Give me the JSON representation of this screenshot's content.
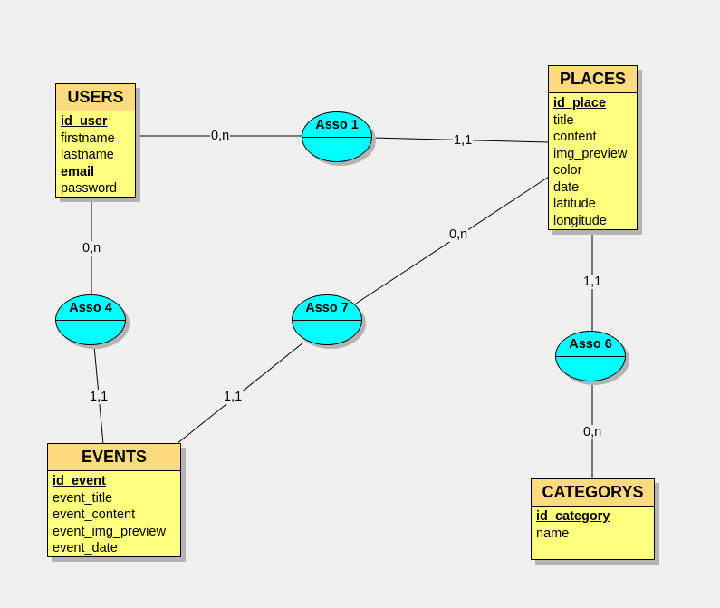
{
  "entities": {
    "users": {
      "name": "USERS",
      "attributes": [
        {
          "text": "id_user",
          "style": "pk"
        },
        {
          "text": "firstname",
          "style": ""
        },
        {
          "text": "lastname",
          "style": ""
        },
        {
          "text": "email",
          "style": "bold"
        },
        {
          "text": "password",
          "style": ""
        }
      ]
    },
    "places": {
      "name": "PLACES",
      "attributes": [
        {
          "text": "id_place",
          "style": "pk"
        },
        {
          "text": "title",
          "style": ""
        },
        {
          "text": "content",
          "style": ""
        },
        {
          "text": "img_preview",
          "style": ""
        },
        {
          "text": "color",
          "style": ""
        },
        {
          "text": "date",
          "style": ""
        },
        {
          "text": "latitude",
          "style": ""
        },
        {
          "text": "longitude",
          "style": ""
        }
      ]
    },
    "events": {
      "name": "EVENTS",
      "attributes": [
        {
          "text": "id_event",
          "style": "pk"
        },
        {
          "text": "event_title",
          "style": ""
        },
        {
          "text": "event_content",
          "style": ""
        },
        {
          "text": "event_img_preview",
          "style": ""
        },
        {
          "text": "event_date",
          "style": ""
        }
      ]
    },
    "categorys": {
      "name": "CATEGORYS",
      "attributes": [
        {
          "text": "id_category",
          "style": "pk"
        },
        {
          "text": "name",
          "style": ""
        }
      ]
    }
  },
  "associations": {
    "asso1": {
      "label": "Asso 1"
    },
    "asso4": {
      "label": "Asso 4"
    },
    "asso6": {
      "label": "Asso 6"
    },
    "asso7": {
      "label": "Asso 7"
    }
  },
  "cardinalities": {
    "users_asso1": "0,n",
    "places_asso1": "1,1",
    "users_asso4": "0,n",
    "events_asso4": "1,1",
    "places_asso7": "0,n",
    "events_asso7": "1,1",
    "places_asso6": "1,1",
    "categorys_asso6": "0,n"
  },
  "colors": {
    "entity_header": "#ffdb80",
    "entity_body": "#ffff80",
    "association": "#00ffff",
    "background": "#f0f0f0"
  }
}
